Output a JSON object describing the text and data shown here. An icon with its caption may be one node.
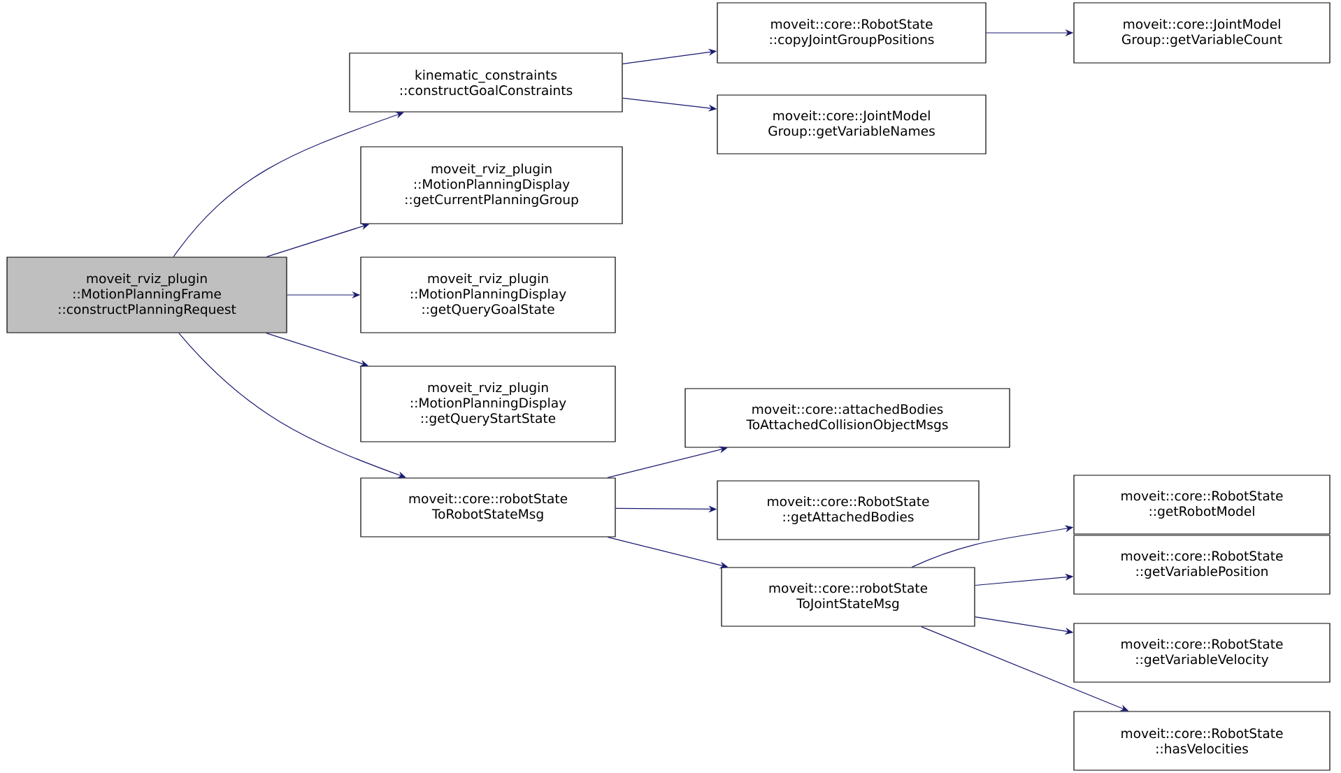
{
  "diagram": {
    "nodes": [
      {
        "text": [
          "moveit_rviz_plugin ::MotionPlanningFrame ::constructPlanningRequest"
        ]
      },
      {
        "text": [
          "kinematic_constraints ::constructGoalConstraints"
        ]
      },
      {
        "text": [
          "moveit::core::RobotState ::copyJointGroupPositions"
        ]
      },
      {
        "text": [
          "moveit::core::JointModel Group::getVariableCount"
        ]
      },
      {
        "text": [
          "moveit::core::JointModel Group::getVariableNames"
        ]
      },
      {
        "text": [
          "moveit_rviz_plugin ::MotionPlanningDisplay ::getCurrentPlanningGroup"
        ]
      },
      {
        "text": [
          "moveit_rviz_plugin ::MotionPlanningDisplay ::getQueryGoalState"
        ]
      },
      {
        "text": [
          "moveit_rviz_plugin ::MotionPlanningDisplay ::getQueryStartState"
        ]
      },
      {
        "text": [
          "moveit::core::robotState ToRobotStateMsg"
        ]
      },
      {
        "text": [
          "moveit::core::attachedBodies ToAttachedCollisionObjectMsgs"
        ]
      },
      {
        "text": [
          "moveit::core::RobotState ::getAttachedBodies"
        ]
      },
      {
        "text": [
          "moveit::core::robotState ToJointStateMsg"
        ]
      },
      {
        "text": [
          "moveit::core::RobotState ::getRobotModel"
        ]
      },
      {
        "text": [
          "moveit::core::RobotState ::getVariablePosition"
        ]
      },
      {
        "text": [
          "moveit::core::RobotState ::getVariableVelocity"
        ]
      },
      {
        "text": [
          "moveit::core::RobotState ::hasVelocities"
        ]
      }
    ],
    "edges": [
      {
        "from": 0,
        "to": 1,
        "arrow": "to"
      },
      {
        "from": 0,
        "to": 5,
        "arrow": "to"
      },
      {
        "from": 0,
        "to": 6,
        "arrow": "to"
      },
      {
        "from": 0,
        "to": 7,
        "arrow": "to"
      },
      {
        "from": 0,
        "to": 8,
        "arrow": "to"
      },
      {
        "from": 1,
        "to": 2,
        "arrow": "to"
      },
      {
        "from": 1,
        "to": 4,
        "arrow": "to"
      },
      {
        "from": 2,
        "to": 3,
        "arrow": "to"
      },
      {
        "from": 8,
        "to": 9,
        "arrow": "to"
      },
      {
        "from": 8,
        "to": 10,
        "arrow": "to"
      },
      {
        "from": 8,
        "to": 11,
        "arrow": "to"
      },
      {
        "from": 11,
        "to": 12,
        "arrow": "to"
      },
      {
        "from": 11,
        "to": 13,
        "arrow": "to"
      },
      {
        "from": 11,
        "to": 14,
        "arrow": "to"
      },
      {
        "from": 11,
        "to": 15,
        "arrow": "to"
      }
    ]
  }
}
